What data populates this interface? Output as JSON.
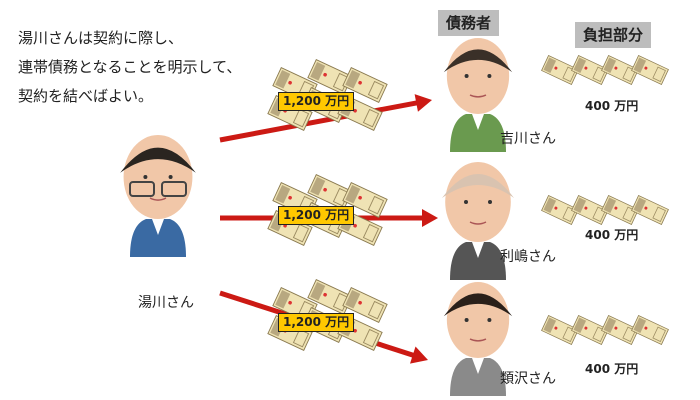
{
  "intro": {
    "lines": [
      "湯川さんは契約に際し、",
      "連帯債務となることを明示して、",
      "契約を結べばよい。"
    ]
  },
  "headers": {
    "debtors": "債務者",
    "share": "負担部分"
  },
  "creditor": {
    "name": "湯川さん",
    "suit_color": "#3a6aa3"
  },
  "transfers": [
    {
      "amount": "1,200 万円"
    },
    {
      "amount": "1,200 万円"
    },
    {
      "amount": "1,200 万円"
    }
  ],
  "debtors": [
    {
      "name": "吉川さん",
      "share": "400 万円",
      "suit_color": "#6a9a4f"
    },
    {
      "name": "利嶋さん",
      "share": "400 万円",
      "suit_color": "#555555"
    },
    {
      "name": "類沢さん",
      "share": "400 万円",
      "suit_color": "#8a8a8a"
    }
  ],
  "colors": {
    "arrow": "#cc1a14",
    "label_bg": "#ffc800",
    "header_bg": "#bdbdbd",
    "bill": "#efe3b4"
  }
}
